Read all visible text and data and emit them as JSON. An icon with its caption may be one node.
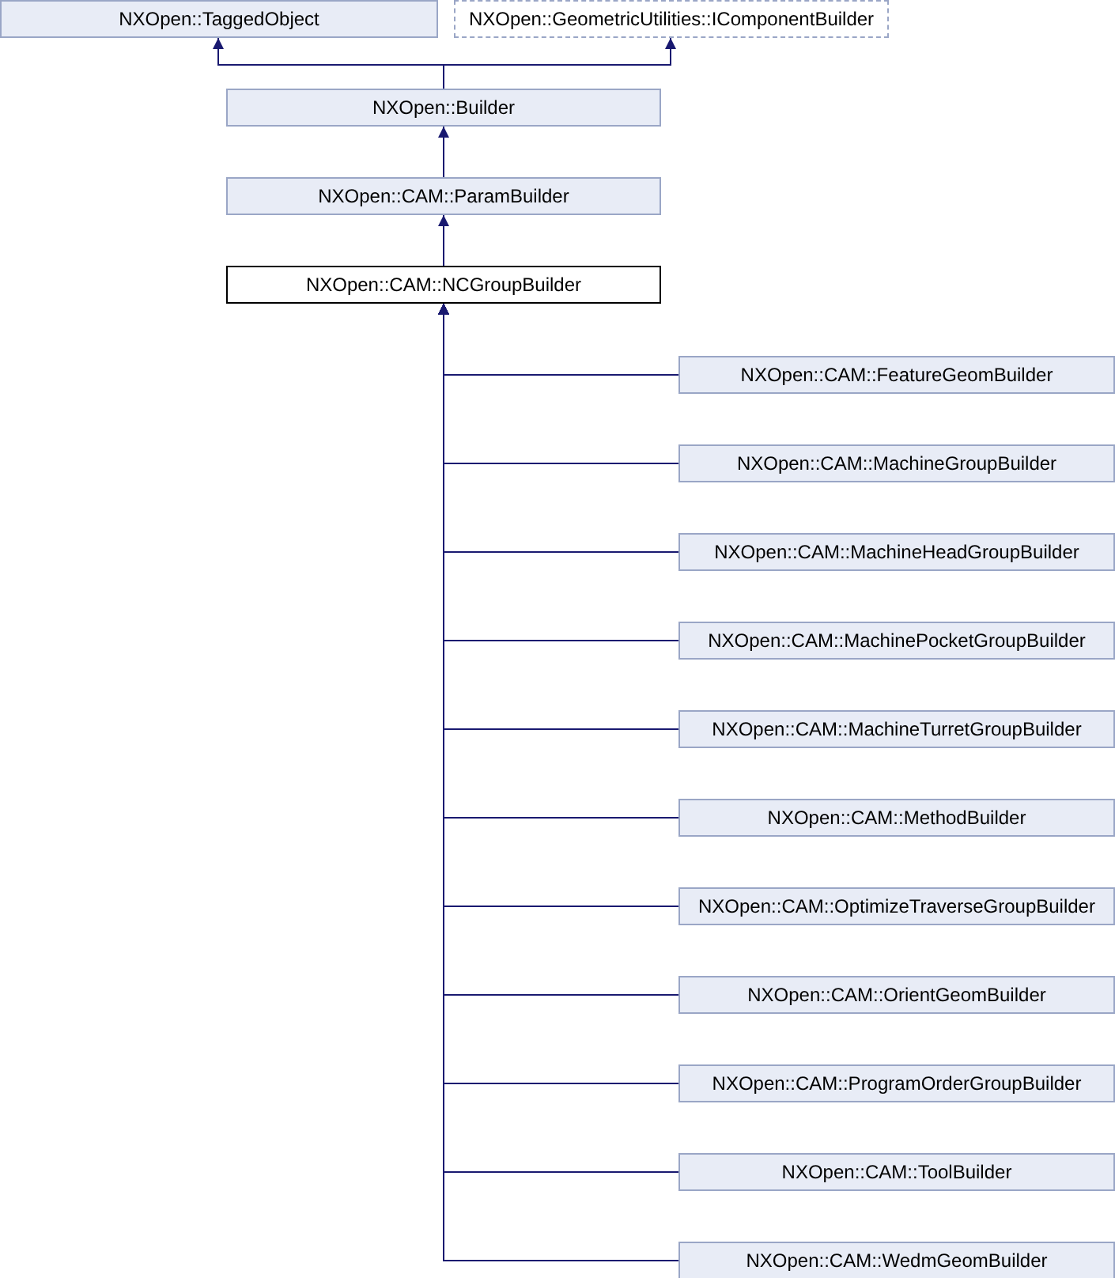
{
  "diagram": {
    "nodes": [
      {
        "text": [
          "NXOpen::TaggedObject"
        ]
      },
      {
        "text": [
          "NXOpen::GeometricUtilities::IComponentBuilder"
        ]
      },
      {
        "text": [
          "NXOpen::Builder"
        ]
      },
      {
        "text": [
          "NXOpen::CAM::ParamBuilder"
        ]
      },
      {
        "text": [
          "NXOpen::CAM::NCGroupBuilder"
        ]
      },
      {
        "text": [
          "NXOpen::CAM::FeatureGeomBuilder"
        ]
      },
      {
        "text": [
          "NXOpen::CAM::MachineGroupBuilder"
        ]
      },
      {
        "text": [
          "NXOpen::CAM::MachineHeadGroupBuilder"
        ]
      },
      {
        "text": [
          "NXOpen::CAM::MachinePocketGroupBuilder"
        ]
      },
      {
        "text": [
          "NXOpen::CAM::MachineTurretGroupBuilder"
        ]
      },
      {
        "text": [
          "NXOpen::CAM::MethodBuilder"
        ]
      },
      {
        "text": [
          "NXOpen::CAM::OptimizeTraverseGroupBuilder"
        ]
      },
      {
        "text": [
          "NXOpen::CAM::OrientGeomBuilder"
        ]
      },
      {
        "text": [
          "NXOpen::CAM::ProgramOrderGroupBuilder"
        ]
      },
      {
        "text": [
          "NXOpen::CAM::ToolBuilder"
        ]
      },
      {
        "text": [
          "NXOpen::CAM::WedmGeomBuilder"
        ]
      }
    ],
    "edges": [
      {
        "from": 2,
        "to": 0,
        "arrow": "to"
      },
      {
        "from": 2,
        "to": 1,
        "arrow": "to"
      },
      {
        "from": 3,
        "to": 2,
        "arrow": "to"
      },
      {
        "from": 4,
        "to": 3,
        "arrow": "to"
      },
      {
        "from": 5,
        "to": 4,
        "arrow": "to"
      },
      {
        "from": 6,
        "to": 4,
        "arrow": "to"
      },
      {
        "from": 7,
        "to": 4,
        "arrow": "to"
      },
      {
        "from": 8,
        "to": 4,
        "arrow": "to"
      },
      {
        "from": 9,
        "to": 4,
        "arrow": "to"
      },
      {
        "from": 10,
        "to": 4,
        "arrow": "to"
      },
      {
        "from": 11,
        "to": 4,
        "arrow": "to"
      },
      {
        "from": 12,
        "to": 4,
        "arrow": "to"
      },
      {
        "from": 13,
        "to": 4,
        "arrow": "to"
      },
      {
        "from": 14,
        "to": 4,
        "arrow": "to"
      },
      {
        "from": 15,
        "to": 4,
        "arrow": "to"
      }
    ]
  }
}
